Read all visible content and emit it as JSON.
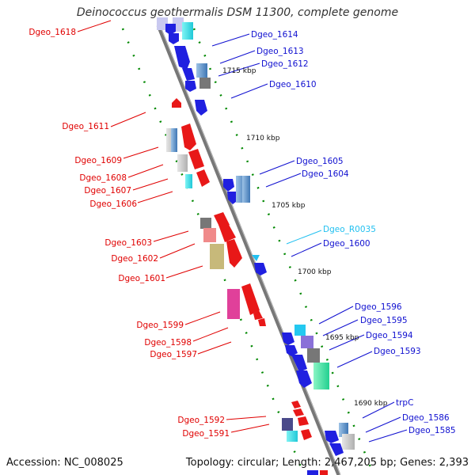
{
  "title": "Deinococcus geothermalis DSM 11300, complete genome",
  "accession": "Accession: NC_008025",
  "topology": "Topology: circular; Length: 2,467,205 bp; Genes: 2,393",
  "colors": {
    "reverse_label": "#e00000",
    "forward_label": "#1010d0",
    "rna_label": "#22c0f0",
    "backbone": "#888888",
    "tick": "#008800"
  },
  "scale_labels": [
    "1715 kbp",
    "1710 kbp",
    "1705 kbp",
    "1700 kbp",
    "1695 kbp",
    "1690 kbp"
  ],
  "reverse_labels": [
    "Dgeo_1618",
    "Dgeo_1611",
    "Dgeo_1609",
    "Dgeo_1608",
    "Dgeo_1607",
    "Dgeo_1606",
    "Dgeo_1603",
    "Dgeo_1602",
    "Dgeo_1601",
    "Dgeo_1599",
    "Dgeo_1598",
    "Dgeo_1597",
    "Dgeo_1592",
    "Dgeo_1591"
  ],
  "forward_labels": [
    "Dgeo_1614",
    "Dgeo_1613",
    "Dgeo_1612",
    "Dgeo_1610",
    "Dgeo_1605",
    "Dgeo_1604",
    "Dgeo_R0035",
    "Dgeo_1600",
    "Dgeo_1596",
    "Dgeo_1595",
    "Dgeo_1594",
    "Dgeo_1593",
    "trpC",
    "Dgeo_1586",
    "Dgeo_1585"
  ]
}
